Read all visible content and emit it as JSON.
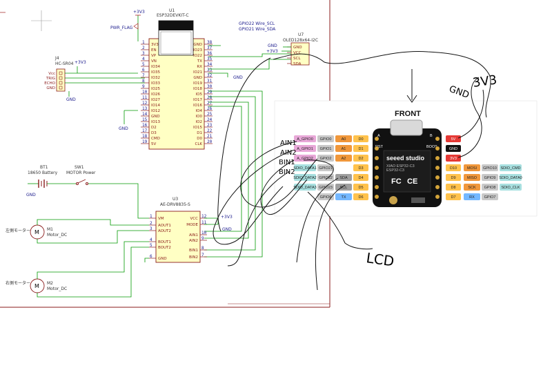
{
  "schematic": {
    "u1": {
      "ref": "U1",
      "value": "ESP32DEVKIT-C",
      "left_pins": [
        {
          "num": "1",
          "name": "3V3"
        },
        {
          "num": "2",
          "name": "EN"
        },
        {
          "num": "3",
          "name": "VP"
        },
        {
          "num": "4",
          "name": "VN"
        },
        {
          "num": "5",
          "name": "IO34"
        },
        {
          "num": "6",
          "name": "IO35"
        },
        {
          "num": "7",
          "name": "IO32"
        },
        {
          "num": "8",
          "name": "IO33"
        },
        {
          "num": "9",
          "name": "IO25"
        },
        {
          "num": "10",
          "name": "IO26"
        },
        {
          "num": "11",
          "name": "IO27"
        },
        {
          "num": "12",
          "name": "IO14"
        },
        {
          "num": "13",
          "name": "IO12"
        },
        {
          "num": "14",
          "name": "GND"
        },
        {
          "num": "15",
          "name": "IO13"
        },
        {
          "num": "16",
          "name": "D2"
        },
        {
          "num": "17",
          "name": "D3"
        },
        {
          "num": "18",
          "name": "CMD"
        },
        {
          "num": "19",
          "name": "5V"
        }
      ],
      "right_pins": [
        {
          "num": "38",
          "name": "GND"
        },
        {
          "num": "37",
          "name": "IO23"
        },
        {
          "num": "36",
          "name": "IO22"
        },
        {
          "num": "35",
          "name": "TX"
        },
        {
          "num": "34",
          "name": "RX"
        },
        {
          "num": "33",
          "name": "IO21"
        },
        {
          "num": "32",
          "name": "GND"
        },
        {
          "num": "31",
          "name": "IO19"
        },
        {
          "num": "30",
          "name": "IO18"
        },
        {
          "num": "29",
          "name": "IO5"
        },
        {
          "num": "28",
          "name": "IO17"
        },
        {
          "num": "27",
          "name": "IO16"
        },
        {
          "num": "26",
          "name": "IO4"
        },
        {
          "num": "25",
          "name": "IO0"
        },
        {
          "num": "24",
          "name": "IO2"
        },
        {
          "num": "23",
          "name": "IO15"
        },
        {
          "num": "22",
          "name": "D1"
        },
        {
          "num": "21",
          "name": "D0"
        },
        {
          "num": "20",
          "name": "CLK"
        }
      ]
    },
    "power_3v3_top": "+3V3",
    "pwr_flag": "PWR_FLAG",
    "gpio_note_1": "GPIO22 Wire_SCL",
    "gpio_note_2": "GPIO21 Wire_SDA",
    "u7": {
      "ref": "U7",
      "value": "OLED128x64-I2C",
      "pins": [
        "GND",
        "VCC",
        "SCL",
        "SDA"
      ],
      "gnd": "GND",
      "pwr": "+3V3"
    },
    "j4": {
      "ref": "J4",
      "value": "HC-SR04",
      "pins": [
        "Vcc",
        "TRIG",
        "ECHO",
        "GND"
      ],
      "pwr": "+3V3",
      "gnd": "GND"
    },
    "gnd_labels": {
      "u1_left": "GND",
      "u1_right": "GND",
      "bt1": "GND",
      "u3_right": "GND"
    },
    "bt1": {
      "ref": "BT1",
      "value": "18650 Battery"
    },
    "sw1": {
      "ref": "SW1",
      "value": "MOTOR Power"
    },
    "u3": {
      "ref": "U3",
      "value": "AE-DRV8835-S",
      "left_pins": [
        {
          "num": "1",
          "name": "VM"
        },
        {
          "num": "2",
          "name": "AOUT1"
        },
        {
          "num": "3",
          "name": "AOUT2"
        },
        {
          "num": "4",
          "name": "BOUT1"
        },
        {
          "num": "5",
          "name": "BOUT2"
        },
        {
          "num": "6",
          "name": "GND"
        }
      ],
      "right_pins": [
        {
          "num": "12",
          "name": "VCC"
        },
        {
          "num": "11",
          "name": "MODE"
        },
        {
          "num": "10",
          "name": "AIN1"
        },
        {
          "num": "9",
          "name": "AIN2"
        },
        {
          "num": "8",
          "name": "BIN1"
        },
        {
          "num": "7",
          "name": "BIN2"
        }
      ],
      "pwr": "+3V3"
    },
    "m1": {
      "ref": "M1",
      "value": "Motor_DC",
      "label": "左側モーター"
    },
    "m2": {
      "ref": "M2",
      "value": "Motor_DC",
      "label": "右側モーター"
    }
  },
  "board": {
    "title": "FRONT",
    "brand": "seeed studio",
    "model_1": "XIAO ESP32-C3",
    "model_2": "ESP32-C3",
    "fcc": "FC",
    "ce": "CE",
    "pad_a": "A",
    "pad_b": "B",
    "rst": "RST",
    "boot": "BOOT",
    "left_rows": [
      {
        "labels": [
          "A_GPIO0",
          "GPIO0",
          "A0",
          "D0"
        ],
        "colors": [
          "#e8a8d8",
          "#c9c9c9",
          "#f0973b",
          "#ffc24c"
        ]
      },
      {
        "labels": [
          "A_GPIO1",
          "GPIO1",
          "A1",
          "D1"
        ],
        "colors": [
          "#e8a8d8",
          "#c9c9c9",
          "#f0973b",
          "#ffc24c"
        ]
      },
      {
        "labels": [
          "A_GPIO2",
          "GPIO2",
          "A2",
          "D2"
        ],
        "colors": [
          "#e8a8d8",
          "#c9c9c9",
          "#f0973b",
          "#ffc24c"
        ]
      },
      {
        "labels": [
          "SDIO_DATA1",
          "GPIO21",
          "",
          "D3"
        ],
        "colors": [
          "#a8e0e0",
          "#c9c9c9",
          "#ffffff",
          "#ffc24c"
        ]
      },
      {
        "labels": [
          "SDIO_DATA2",
          "GPIO22",
          "SDA",
          "D4"
        ],
        "colors": [
          "#a8e0e0",
          "#c9c9c9",
          "#9e9e9e",
          "#ffc24c"
        ]
      },
      {
        "labels": [
          "SDIO_DATA3",
          "GPIO23",
          "SCL",
          "D5"
        ],
        "colors": [
          "#a8e0e0",
          "#c9c9c9",
          "#9e9e9e",
          "#ffc24c"
        ]
      },
      {
        "labels": [
          "",
          "GPIO6",
          "TX",
          "D6"
        ],
        "colors": [
          "#ffffff",
          "#c9c9c9",
          "#74b8ff",
          "#ffc24c"
        ]
      }
    ],
    "right_rows": [
      {
        "labels": [
          "5V"
        ],
        "colors": [
          "#e53935"
        ]
      },
      {
        "labels": [
          "GND"
        ],
        "colors": [
          "#111111"
        ]
      },
      {
        "labels": [
          "3V3"
        ],
        "colors": [
          "#e53935"
        ]
      },
      {
        "labels": [
          "D10",
          "MOSI",
          "GPIO10",
          "SDIO_CMD"
        ],
        "colors": [
          "#ffc24c",
          "#f0973b",
          "#c9c9c9",
          "#a8e0e0"
        ]
      },
      {
        "labels": [
          "D9",
          "MISO",
          "GPIO9",
          "SDIO_DATA0"
        ],
        "colors": [
          "#ffc24c",
          "#f0973b",
          "#c9c9c9",
          "#a8e0e0"
        ]
      },
      {
        "labels": [
          "D8",
          "SCK",
          "GPIO8",
          "SDIO_CLK"
        ],
        "colors": [
          "#ffc24c",
          "#f0973b",
          "#c9c9c9",
          "#a8e0e0"
        ]
      },
      {
        "labels": [
          "D7",
          "RX",
          "GPIO7",
          ""
        ],
        "colors": [
          "#ffc24c",
          "#74b8ff",
          "#c9c9c9",
          "#ffffff"
        ]
      }
    ]
  },
  "handwriting": {
    "ain1": "AIN1",
    "ain2": "AIN2",
    "bin1": "BIN1",
    "bin2": "BIN2",
    "gnd": "GND",
    "v33": "3V3",
    "lcd": "LCD"
  }
}
